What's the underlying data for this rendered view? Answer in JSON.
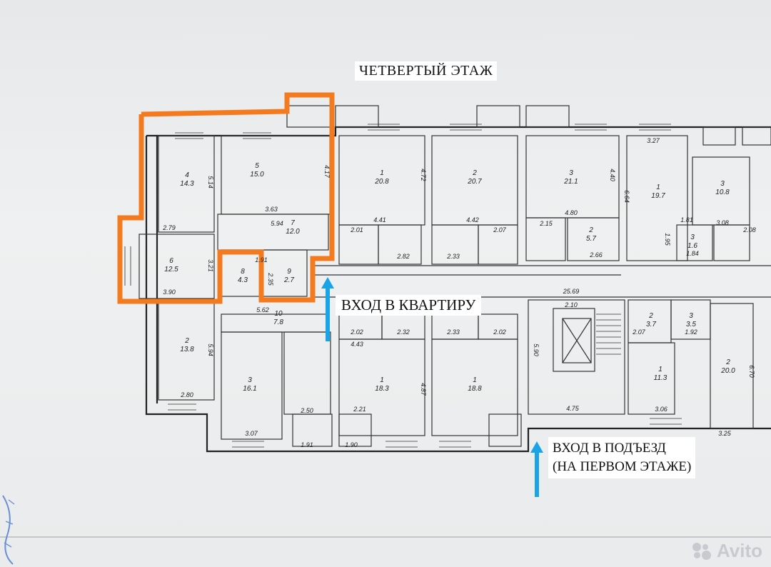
{
  "labels": {
    "floor_title": "ЧЕТВЕРТЫЙ ЭТАЖ",
    "apartment_entrance": "ВХОД  В КВАРТИРУ",
    "building_entrance_line1": "ВХОД В ПОДЪЕЗД",
    "building_entrance_line2": "(НА ПЕРВОМ ЭТАЖЕ)"
  },
  "watermark": {
    "text": "Avito"
  },
  "colors": {
    "highlight": "#f47a20",
    "arrow": "#1aa3e6",
    "wall": "#222222"
  },
  "rooms": [
    {
      "number": "4",
      "area": "14.3"
    },
    {
      "number": "5",
      "area": "15.0"
    },
    {
      "number": "6",
      "area": "12.5"
    },
    {
      "number": "7",
      "area": "12.0"
    },
    {
      "number": "8",
      "area": "4.3"
    },
    {
      "number": "9",
      "area": "2.7"
    },
    {
      "number": "10",
      "area": "7.8"
    },
    {
      "number": "2",
      "area": "13.8"
    },
    {
      "number": "3",
      "area": "16.1"
    },
    {
      "number": "1",
      "area": "20.8"
    },
    {
      "number": "2",
      "area": "20.7"
    },
    {
      "number": "3",
      "area": "21.1"
    },
    {
      "number": "1",
      "area": "19.7"
    },
    {
      "number": "3",
      "area": "10.8"
    },
    {
      "number": "1",
      "area": "18.3"
    },
    {
      "number": "1",
      "area": "18.8"
    },
    {
      "number": "1",
      "area": "11.3"
    },
    {
      "number": "2",
      "area": "20.0"
    },
    {
      "number": "2",
      "area": "3.7"
    },
    {
      "number": "3",
      "area": "3.5"
    },
    {
      "number": "2",
      "area": "5.7"
    },
    {
      "number": "3",
      "area": "1.6"
    }
  ],
  "dimensions": [
    "2.79",
    "5.94",
    "3.63",
    "3.21",
    "3.90",
    "1.91",
    "2.35",
    "5.62",
    "2.80",
    "3.07",
    "2.50",
    "1.91",
    "1.90",
    "2.21",
    "4.43",
    "4.41",
    "4.42",
    "4.80",
    "3.27",
    "25.69",
    "2.10",
    "4.75",
    "3.06",
    "3.25",
    "2.01",
    "2.82",
    "2.33",
    "2.07",
    "2.15",
    "2.66",
    "3.08",
    "2.08",
    "1.81",
    "1.95",
    "1.84",
    "2.02",
    "2.32",
    "2.33",
    "2.02",
    "2.07",
    "1.92",
    "6.70",
    "5.90",
    "4.72",
    "4.17",
    "4.40",
    "6.64",
    "5.14",
    "5.94",
    "4.87"
  ]
}
